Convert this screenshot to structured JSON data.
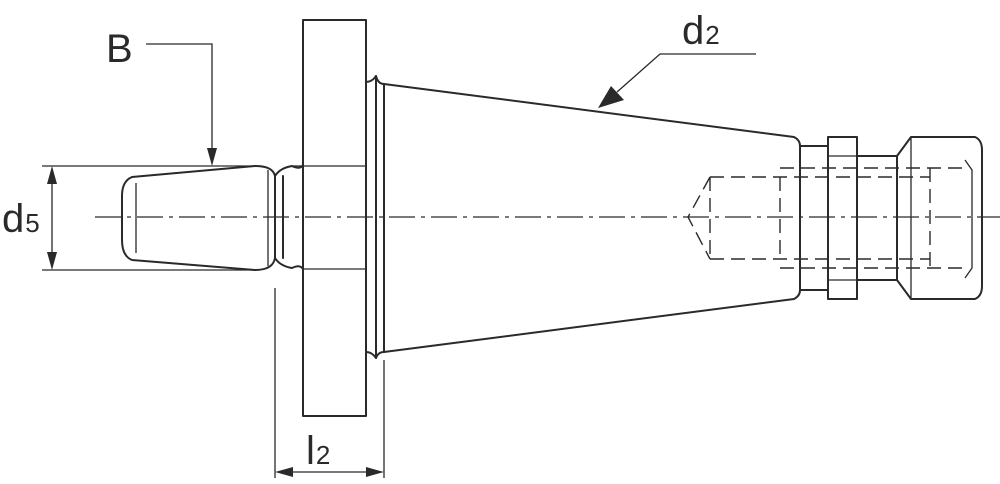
{
  "labels": {
    "b": {
      "text": "B"
    },
    "d2": {
      "main": "d",
      "sub": "2"
    },
    "d5": {
      "main": "d",
      "sub": "5"
    },
    "l2": {
      "main": "l",
      "sub": "2"
    }
  }
}
